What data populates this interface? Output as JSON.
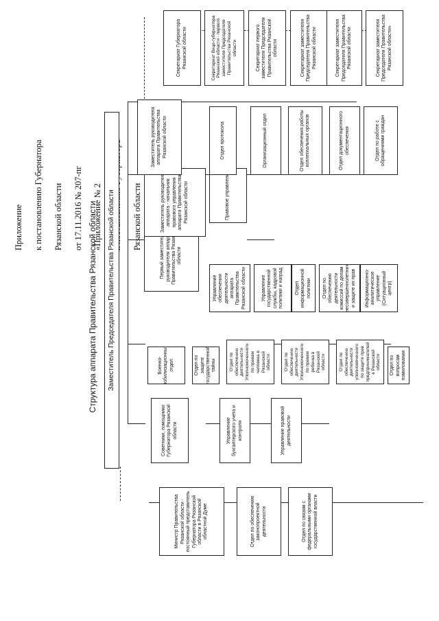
{
  "annex": {
    "lines": [
      "Приложение",
      "к постановлению Губернатора",
      "Рязанской области",
      "от  17.11.2016  №  207-пг",
      "«Приложение № 2",
      "к постановлению Губернатора",
      "Рязанской области",
      "от 14.05.2008 № 167-пг"
    ]
  },
  "title": "Структура аппарата Правительства Рязанской области",
  "top_mark": "-",
  "deputy": "Заместитель Председателя Правительства Рязанской области",
  "col1": {
    "head": "Министр Правительства Рязанской области - постоянный представитель Губернатора Рязанской области в Рязанской областной Думе",
    "items": [
      "Отдел по обеспечению законопроектной деятельности",
      "Отдел по связям с федеральными органами государственной власти"
    ]
  },
  "col2": {
    "items": [
      "Советники, помощники Губернатора Рязанской области",
      "Управление бухгалтерского учета и контроля",
      "Управление правовой деятельности"
    ]
  },
  "col3": {
    "items": [
      "Военно-мобилизационный отдел",
      "Отдел по защите государственной тайны",
      "Отдел по обеспечению деятельности Уполномоченного по правам человека в Рязанской области",
      "Отдел по обеспечению деятельности Уполномоченного по правам ребенка в Рязанской области",
      "Отдел по обеспечению деятельности уполномоченного по защите прав предпринимателей в Рязанской области",
      "Отдел по вопросам помилования"
    ]
  },
  "col4": {
    "head": "Первый заместитель руководителя аппарата Правительства Рязанской области",
    "items": [
      "Управление обеспечения деятельности аппарата Правительства Рязанской области",
      "Управление государственной службы, кадровой политики и наград",
      "Отдел информационной политики",
      "Отдел по обеспечению деятельности комиссий по делам несовершеннолетних и защите их прав",
      "Информационно-аналитическое управление (Ситуационный центр)"
    ]
  },
  "col5": {
    "head": "Заместитель руководителя аппарата - начальник правового управления аппарата Правительства Рязанской области",
    "items": [
      "Правовое управление"
    ]
  },
  "col6": {
    "head": "Заместитель руководителя аппарата Правительства Рязанской области",
    "items": [
      "Отдел протокола",
      "Организационный отдел",
      "Отдел обеспечения работы коллегиальных органов",
      "Отдел документационного обеспечения",
      "Отдел по работе с обращениями граждан"
    ]
  },
  "secretariats": [
    "Секретариат Губернатора Рязанской области",
    "Секретариат Вице-губернатора Рязанской области - первого заместителя Председателя Правительства Рязанской области",
    "Секретариат первого заместителя Председателя Правительства Рязанской области",
    "Секретариат заместителя Председателя Правительства Рязанской области",
    "Секретариат заместителя Председателя Правительства Рязанской области",
    "Секретариат заместителя Председателя Правительства Рязанской области»"
  ]
}
